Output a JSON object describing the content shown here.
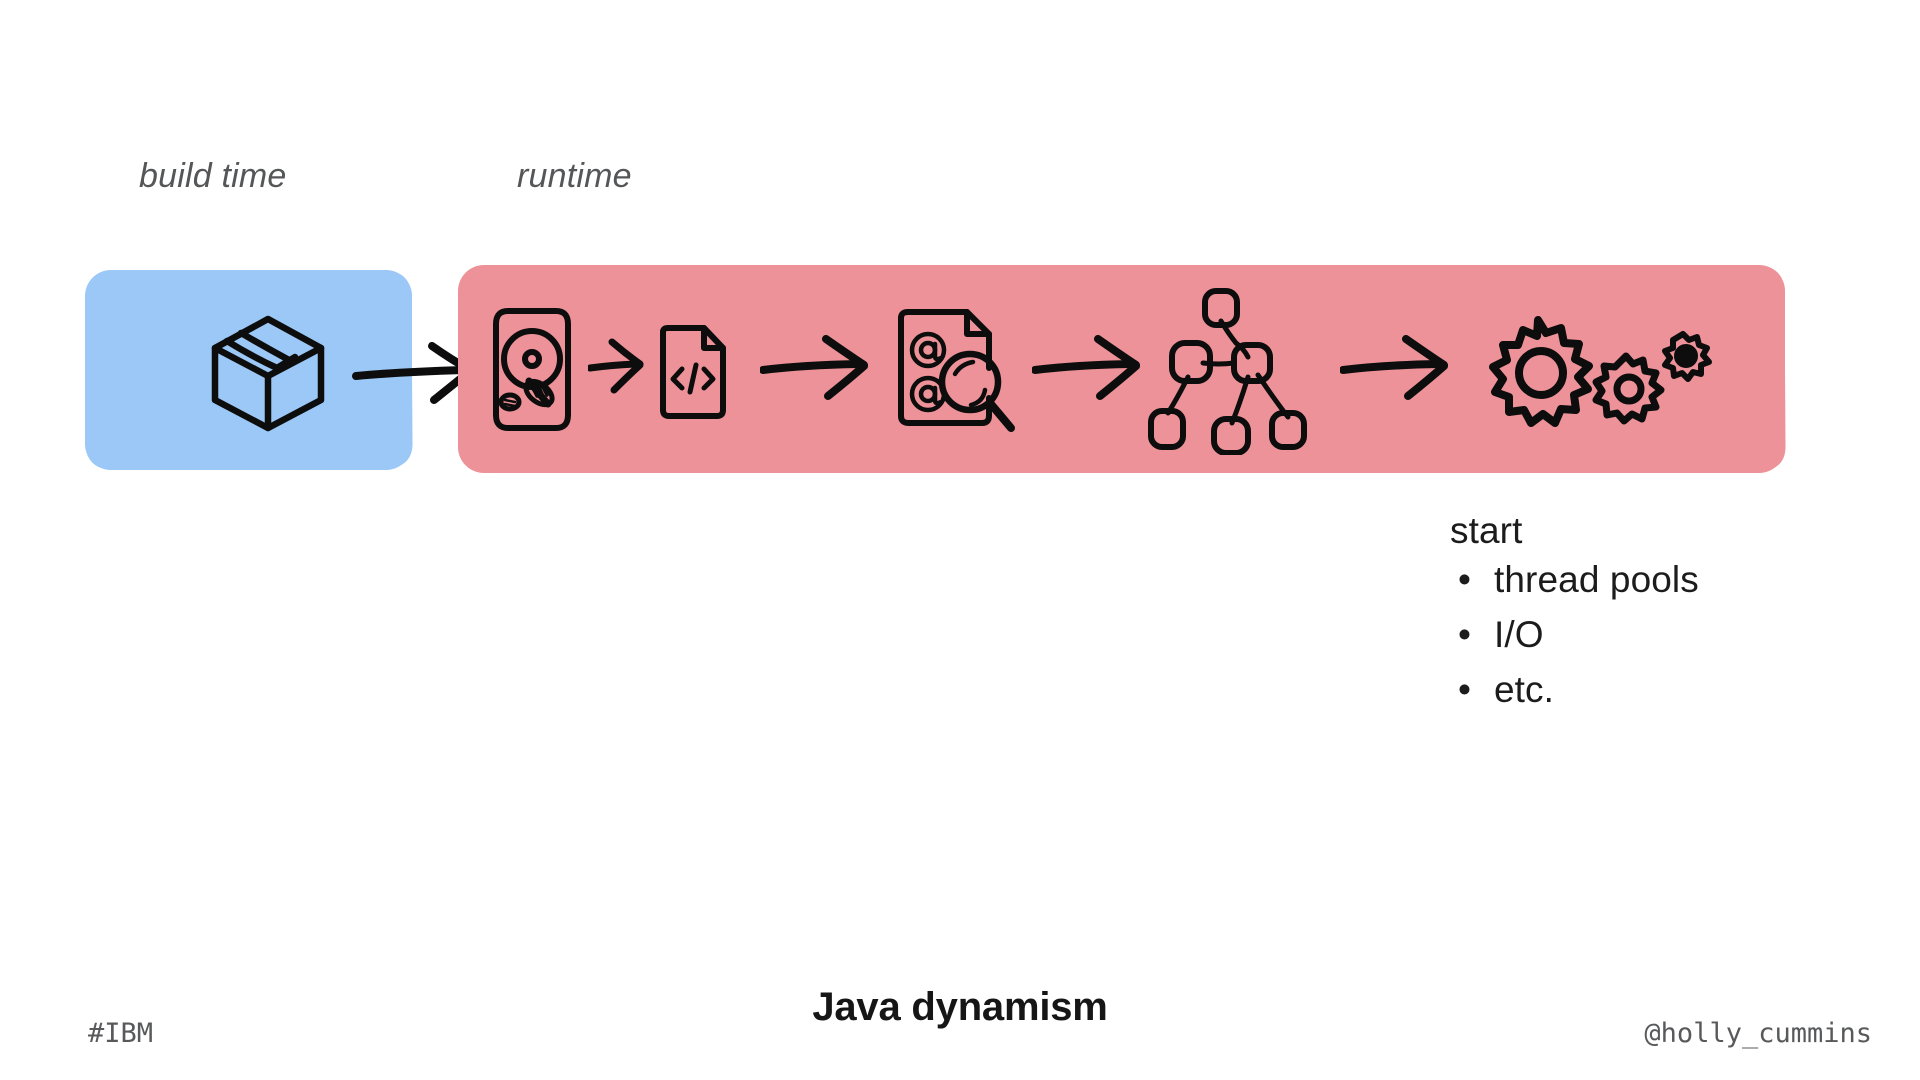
{
  "slide": {
    "background_color": "#ffffff",
    "title": "Java dynamism"
  },
  "phases": [
    {
      "id": "build",
      "label": "build time",
      "band_color": "#9bc8f7"
    },
    {
      "id": "runtime",
      "label": "runtime",
      "band_color": "#ed9298"
    }
  ],
  "build_stage": {
    "icon": "package-cube-icon",
    "icon_label": "package"
  },
  "runtime_pipeline": {
    "steps": [
      {
        "icon": "hard-disk-icon",
        "label": "disk"
      },
      {
        "icon": "code-file-icon",
        "label": "code file"
      },
      {
        "icon": "annotation-scan-icon",
        "label": "annotation scanning"
      },
      {
        "icon": "dependency-graph-icon",
        "label": "dependency graph"
      },
      {
        "icon": "gears-icon",
        "label": "gears"
      }
    ],
    "arrows": [
      {
        "name": "arrow-build-to-runtime"
      },
      {
        "name": "arrow-disk-to-code"
      },
      {
        "name": "arrow-code-to-annotations"
      },
      {
        "name": "arrow-annotations-to-graph"
      },
      {
        "name": "arrow-graph-to-gears"
      }
    ]
  },
  "start_block": {
    "heading": "start",
    "bullet_glyph": "•",
    "items": [
      "thread pools",
      "I/O",
      "etc."
    ]
  },
  "footer": {
    "title": "Java dynamism",
    "hashtag": "#IBM",
    "handle": "@holly_cummins",
    "text_color": "#58595b"
  },
  "colors": {
    "build_band": "#9bc8f7",
    "runtime_band": "#ed9298",
    "ink": "#0d0d0d",
    "label_gray": "#555658",
    "body_text": "#1c1c1c"
  }
}
